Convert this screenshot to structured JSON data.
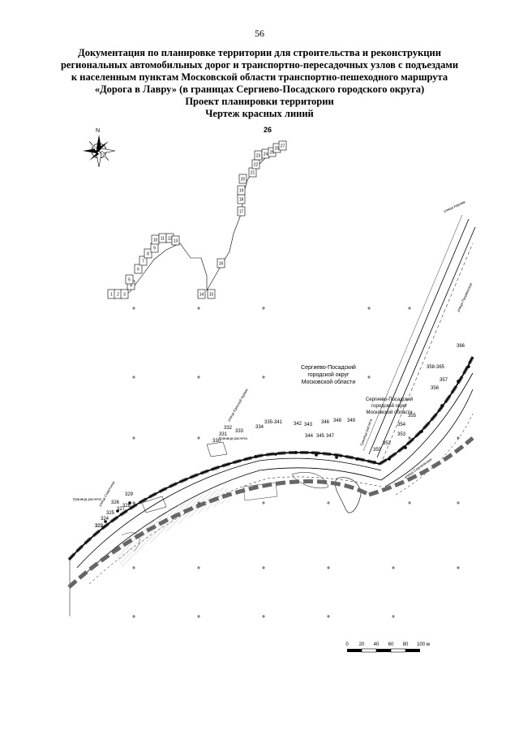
{
  "page_number": "56",
  "header": {
    "lines": [
      "Документация по планировке территории для строительства и реконструкции",
      "региональных автомобильных дорог и транспортно-пересадочных узлов с подъездами",
      "к населенным пунктам Московской области транспортно-пешеходного маршрута",
      "«Дорога в Лавру» (в границах Сергиево-Посадского городского округа)",
      "Проект планировки территории",
      "Чертеж красных линий"
    ]
  },
  "index_map": {
    "north_label": "N",
    "top_label": "26",
    "sheets": [
      "1",
      "2",
      "3",
      "4",
      "5",
      "6",
      "7",
      "8",
      "9",
      "10",
      "11",
      "12",
      "13",
      "14",
      "15",
      "16",
      "17",
      "18",
      "19",
      "20",
      "21",
      "22",
      "23",
      "24",
      "25",
      "26",
      "27"
    ]
  },
  "map": {
    "district_label": [
      "Сергиево-Посадский",
      "городской округ",
      "Московской области"
    ],
    "boundary_labels": [
      "Граница расчета",
      "Граница расчета",
      "Граница расчета"
    ],
    "street_labels": [
      "улица Кирова",
      "улица Пушкинская",
      "улица Советская",
      "улица Красной Армии",
      "улица Сергиевская"
    ],
    "point_labels": [
      "322",
      "323",
      "324",
      "325",
      "326",
      "327",
      "328",
      "329",
      "330",
      "331",
      "332",
      "333",
      "334",
      "335-341",
      "342",
      "343",
      "344",
      "345",
      "346",
      "347",
      "348",
      "349",
      "350",
      "352",
      "353",
      "354",
      "355",
      "356",
      "357",
      "358-365",
      "366"
    ]
  },
  "scale_bar": {
    "ticks": [
      "0",
      "20",
      "40",
      "60",
      "80",
      "100 м"
    ]
  }
}
